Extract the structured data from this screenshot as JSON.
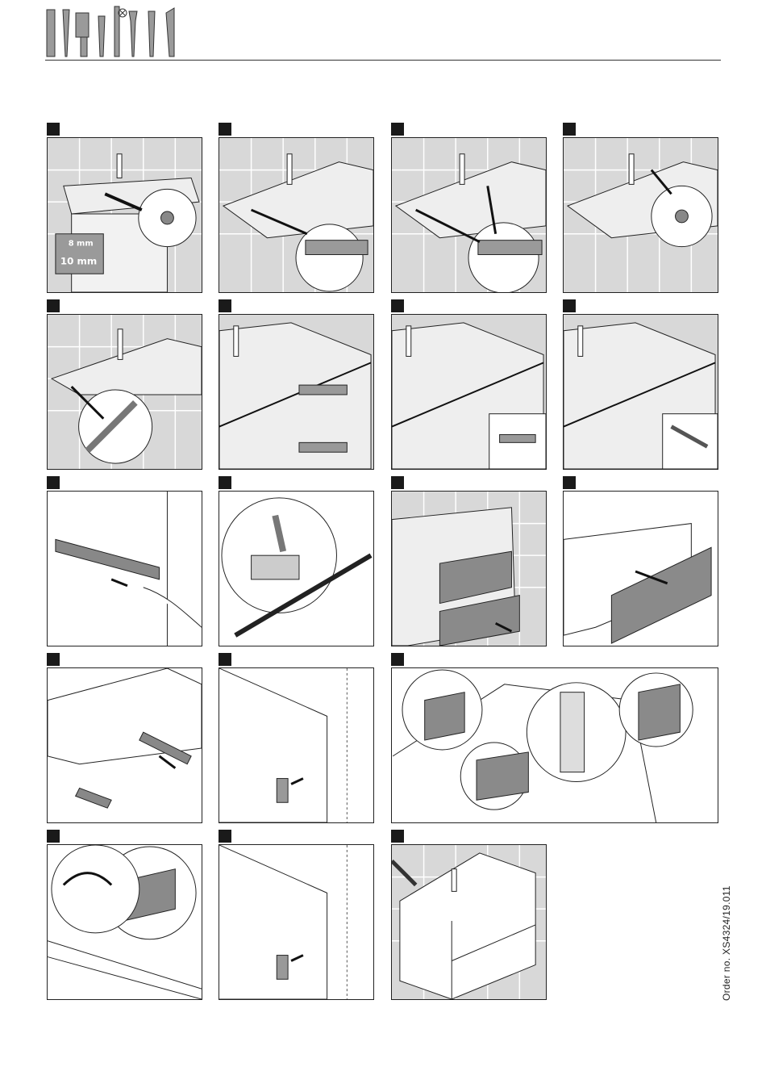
{
  "header": {
    "tools_icon_names": [
      "level-icon",
      "screwdriver-icon",
      "drill-icon",
      "screwdriver-icon",
      "wrench-icon",
      "pencil-icon",
      "knife-icon"
    ]
  },
  "steps": [
    {
      "icon": "adjust-screw-icon"
    },
    {
      "icon": "level-icon"
    },
    {
      "icon": "level-icon"
    },
    {
      "icon": "adjust-screw-icon"
    },
    {
      "icon": "pencil-mark-icon"
    },
    {
      "icon": "cabinet-frame-icon"
    },
    {
      "icon": "dowel-icon"
    },
    {
      "icon": "screw-icon"
    },
    {
      "icon": "drawer-rail-icon"
    },
    {
      "icon": "clip-icon"
    },
    {
      "icon": "drawer-insert-icon"
    },
    {
      "icon": "drawer-push-icon"
    },
    {
      "icon": "rail-detach-icon"
    },
    {
      "icon": "side-panel-icon"
    },
    {
      "icon": "front-adjust-icon"
    },
    {
      "icon": "brush-icon"
    },
    {
      "icon": "side-panel-icon"
    },
    {
      "icon": "silicone-gun-icon"
    }
  ],
  "measurements": {
    "label_10mm": "10 mm",
    "label_8mm": "8 mm"
  },
  "order_number": "Order no. XS4324/19.011",
  "colors": {
    "wall": "#d8d8d8",
    "tile_line": "#ffffff",
    "ink": "#1a1a1a",
    "drawer_front": "#8a8a8a"
  }
}
